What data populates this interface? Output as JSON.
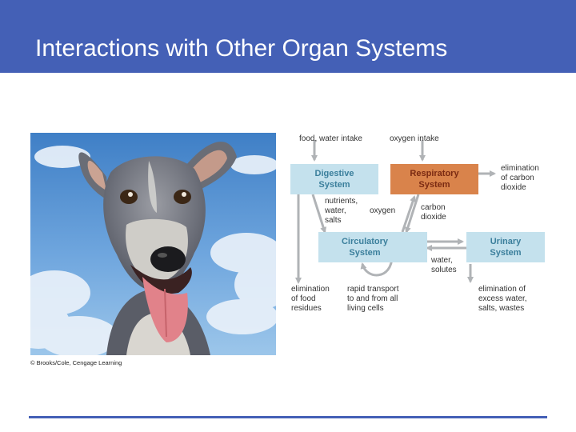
{
  "slide": {
    "title": "Interactions with Other Organ Systems",
    "credit": "© Brooks/Cole, Cengage Learning"
  },
  "colors": {
    "title_bar": "#4460b6",
    "light_box": "#c4e1ed",
    "respiratory_box": "#d9834b",
    "arrow": "#b0b3b6"
  },
  "diagram": {
    "intake_food": "food, water intake",
    "intake_oxygen": "oxygen intake",
    "digestive": [
      "Digestive",
      "System"
    ],
    "respiratory": [
      "Respiratory",
      "System"
    ],
    "circulatory": [
      "Circulatory",
      "System"
    ],
    "urinary": [
      "Urinary",
      "System"
    ],
    "elim_co2": [
      "elimination",
      "of carbon",
      "dioxide"
    ],
    "nutrients": [
      "nutrients,",
      "water,",
      "salts"
    ],
    "oxygen": "oxygen",
    "carbon_dioxide": [
      "carbon",
      "dioxide"
    ],
    "water_solutes": [
      "water,",
      "solutes"
    ],
    "elim_food": [
      "elimination",
      "of food",
      "residues"
    ],
    "rapid_transport": [
      "rapid transport",
      "to and from all",
      "living cells"
    ],
    "elim_excess": [
      "elimination of",
      "excess water,",
      "salts, wastes"
    ]
  }
}
